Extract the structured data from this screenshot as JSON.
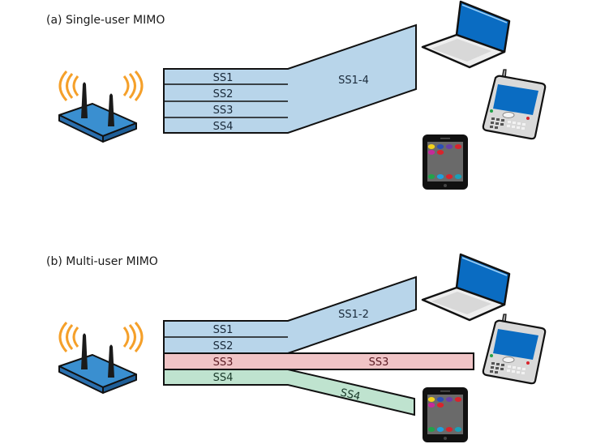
{
  "colors": {
    "blue_stream": "#b8d5ea",
    "red_stream": "#f0c4c6",
    "green_stream": "#bfe3cf",
    "router_body": "#3a8fd0",
    "wave": "#f5a02a",
    "screen_blue": "#0a6cc2"
  },
  "panels": [
    {
      "title": "(a) Single-user MIMO",
      "streams": [
        "SS1",
        "SS2",
        "SS3",
        "SS4"
      ],
      "combined_label": "SS1-4",
      "devices": [
        "laptop",
        "pda-phone",
        "smartphone"
      ]
    },
    {
      "title": "(b) Multi-user MIMO",
      "streams": [
        "SS1",
        "SS2",
        "SS3",
        "SS4"
      ],
      "branch_labels": {
        "laptop": "SS1-2",
        "pda": "SS3",
        "smartphone": "SS4"
      },
      "devices": [
        "laptop",
        "pda-phone",
        "smartphone"
      ]
    }
  ],
  "smartphone_icon_colors": {
    "row1": [
      "#f2d21a",
      "#2a4fb8",
      "#6a3fa8",
      "#d8242c"
    ],
    "row2": [
      "#c42a9a",
      "#d8242c"
    ],
    "dock": [
      "#22a24a",
      "#1ea0e0",
      "#d8242c",
      "#1aa0b8"
    ]
  }
}
